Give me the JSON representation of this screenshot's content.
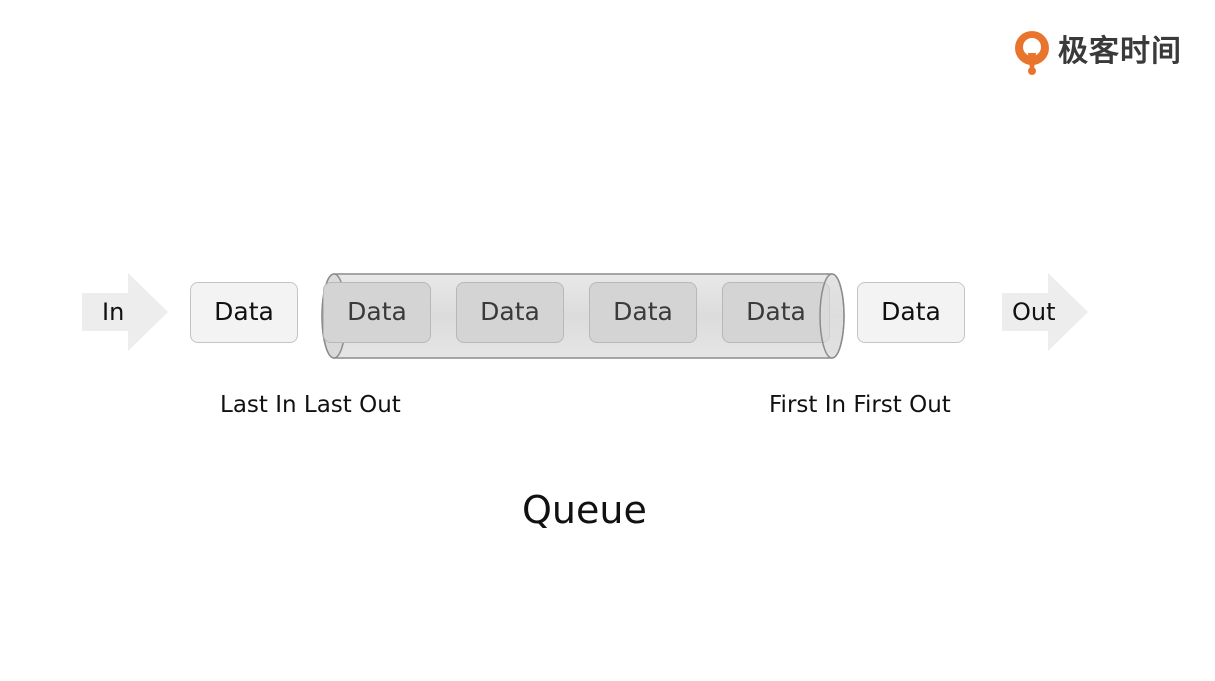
{
  "brand": {
    "name": "极客时间",
    "icon": "geektime-logo-icon",
    "color": "#e8742d"
  },
  "diagram": {
    "in_label": "In",
    "out_label": "Out",
    "outside_left": "Data",
    "inside_items": [
      "Data",
      "Data",
      "Data",
      "Data"
    ],
    "outside_right": "Data",
    "caption_left": "Last In Last Out",
    "caption_right": "First In First Out",
    "title": "Queue"
  },
  "colors": {
    "arrow": "#ededed",
    "box": "#f3f3f3",
    "box_inside": "#d4d4d4",
    "tube": "#dcdcdc",
    "tube_border": "#8c8c8c"
  }
}
